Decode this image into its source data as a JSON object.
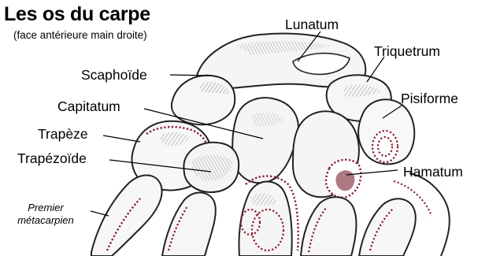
{
  "title": "Les os du carpe",
  "subtitle": "(face antérieure main droite)",
  "labels": {
    "lunatum": "Lunatum",
    "triquetrum": "Triquetrum",
    "scaphoide": "Scaphoïde",
    "pisiforme": "Pisiforme",
    "capitatum": "Capitatum",
    "trapeze": "Trapèze",
    "trapezoide": "Trapézoïde",
    "hamatum": "Hamatum",
    "premier_metacarpien_line1": "Premier",
    "premier_metacarpien_line2": "métacarpien"
  },
  "colors": {
    "bone_outline": "#222222",
    "bone_fill": "#f4f4f4",
    "shading": "#7a7a7a",
    "ligament_dots": "#8b1a2b",
    "leader_lines": "#000000"
  }
}
